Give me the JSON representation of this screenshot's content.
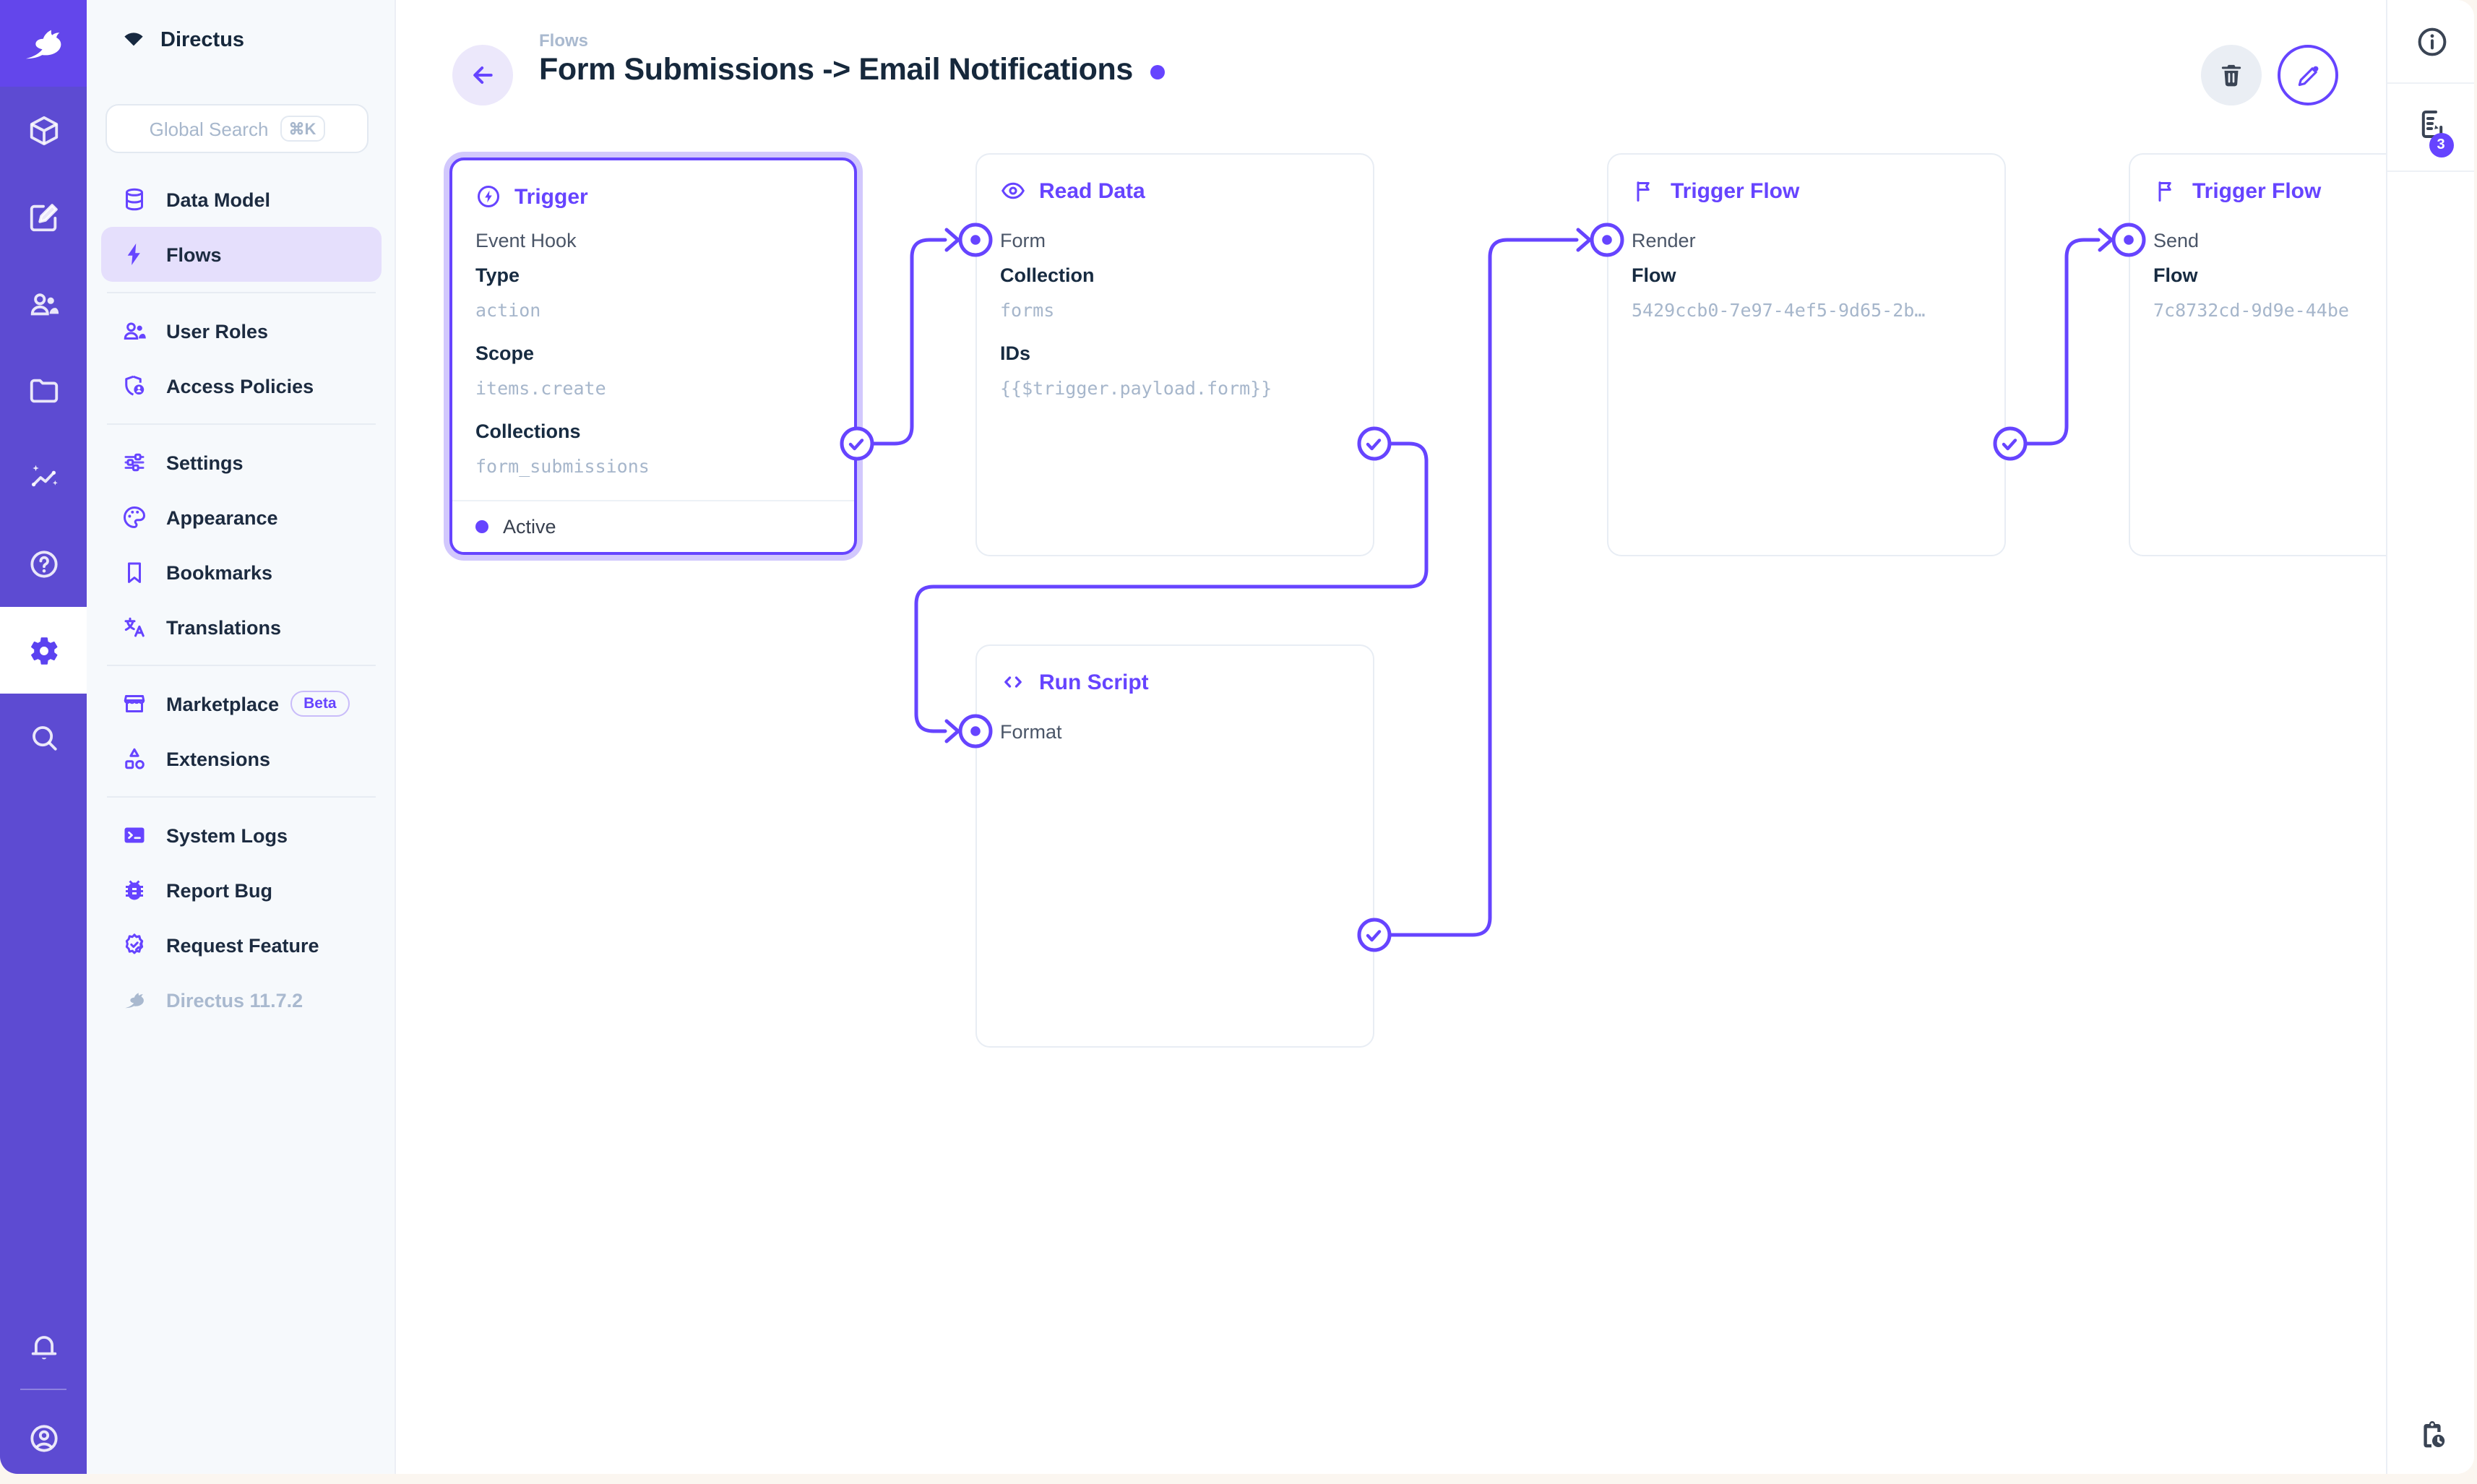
{
  "colors": {
    "accent": "#6644ff",
    "module_bar": "#5d4bd2",
    "logo_tile": "#6346eb",
    "selection_halo": "#d2c8fd",
    "mono_text": "#a6b6cb",
    "page_bg": "#fbf6f0",
    "nav_bg": "#f6f9fc"
  },
  "module_bar": {
    "logo_icon": "directus-rabbit-icon",
    "icons": [
      "box-icon",
      "edit-icon",
      "people-icon",
      "folder-icon",
      "insights-icon",
      "help-icon",
      "settings-icon",
      "search-icon"
    ],
    "active_icon": "settings-icon",
    "bottom_icons": [
      "bell-icon",
      "user-circle-icon"
    ]
  },
  "nav": {
    "project": "Directus",
    "search_placeholder": "Global Search",
    "search_shortcut": "⌘K",
    "items": [
      {
        "label": "Data Model",
        "icon": "database-icon"
      },
      {
        "label": "Flows",
        "icon": "bolt-icon",
        "active": true
      },
      {
        "label": "User Roles",
        "icon": "users-icon"
      },
      {
        "label": "Access Policies",
        "icon": "shield-user-icon"
      },
      {
        "label": "Settings",
        "icon": "sliders-icon"
      },
      {
        "label": "Appearance",
        "icon": "palette-icon"
      },
      {
        "label": "Bookmarks",
        "icon": "bookmark-icon"
      },
      {
        "label": "Translations",
        "icon": "translate-icon"
      },
      {
        "label": "Marketplace",
        "icon": "storefront-icon",
        "badge": "Beta"
      },
      {
        "label": "Extensions",
        "icon": "extensions-icon"
      },
      {
        "label": "System Logs",
        "icon": "terminal-icon"
      },
      {
        "label": "Report Bug",
        "icon": "bug-icon"
      },
      {
        "label": "Request Feature",
        "icon": "feature-seal-icon"
      },
      {
        "label": "Directus 11.7.2",
        "icon": "rabbit-icon",
        "muted": true
      }
    ]
  },
  "header": {
    "breadcrumb": "Flows",
    "title": "Form Submissions -> Email Notifications"
  },
  "actions": {
    "delete_icon": "trash-icon",
    "edit_icon": "pencil-icon"
  },
  "right_sidebar": {
    "icons": [
      "info-icon",
      "notices-icon",
      "clipboard-clock-icon"
    ],
    "notices_count": "3"
  },
  "flow": {
    "nodes": {
      "trigger": {
        "title": "Trigger",
        "icon": "bolt-circle-icon",
        "subtitle": "Event Hook",
        "fields": [
          {
            "label": "Type",
            "value": "action"
          },
          {
            "label": "Scope",
            "value": "items.create"
          },
          {
            "label": "Collections",
            "value": "form_submissions"
          }
        ],
        "status": "Active"
      },
      "read_data": {
        "title": "Read Data",
        "icon": "eye-icon",
        "input": "Form",
        "fields": [
          {
            "label": "Collection",
            "value": "forms"
          },
          {
            "label": "IDs",
            "value": "{{$trigger.payload.form}}"
          }
        ]
      },
      "run_script": {
        "title": "Run Script",
        "icon": "code-icon",
        "input": "Format"
      },
      "trigger_flow_render": {
        "title": "Trigger Flow",
        "icon": "flag-icon",
        "input": "Render",
        "fields": [
          {
            "label": "Flow",
            "value": "5429ccb0-7e97-4ef5-9d65-2b…"
          }
        ]
      },
      "trigger_flow_send": {
        "title": "Trigger Flow",
        "icon": "flag-icon",
        "input": "Send",
        "fields": [
          {
            "label": "Flow",
            "value": "7c8732cd-9d9e-44be"
          }
        ]
      }
    }
  }
}
